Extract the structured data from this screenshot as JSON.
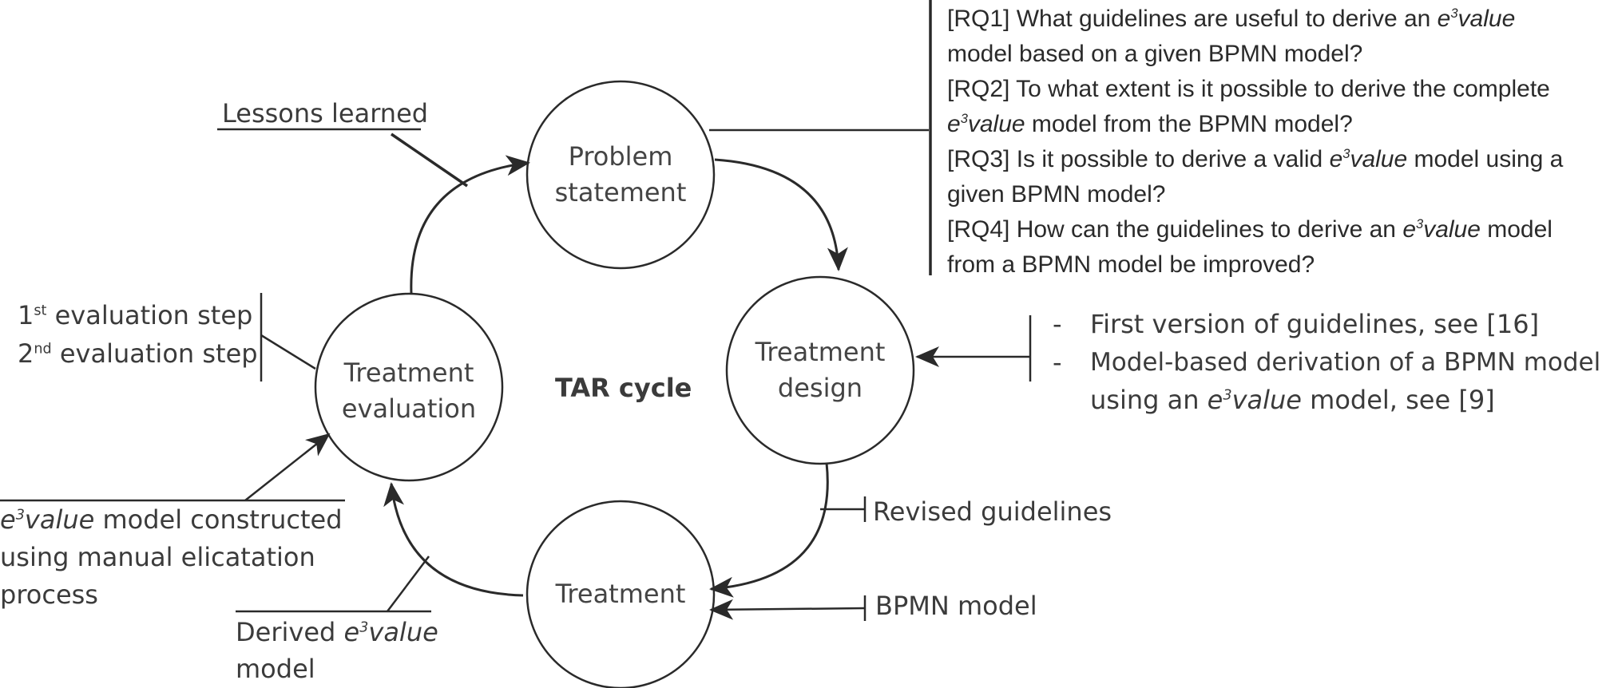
{
  "center_label": "TAR cycle",
  "nodes": {
    "problem": {
      "line1": "Problem",
      "line2": "statement"
    },
    "design": {
      "line1": "Treatment",
      "line2": "design"
    },
    "treatment": {
      "line1": "Treatment"
    },
    "evaluation": {
      "line1": "Treatment",
      "line2": "evaluation"
    }
  },
  "lessons_learned": "Lessons learned",
  "research_questions": [
    {
      "pre": "[RQ1] What guidelines are useful to derive an ",
      "e3": "e",
      "sup": "3",
      "val": "value",
      "post": ""
    },
    {
      "line": "model based on a given BPMN model?"
    },
    {
      "line": "[RQ2] To what extent is it possible to derive the complete"
    },
    {
      "pre": "",
      "e3": "e",
      "sup": "3",
      "val": "value",
      "post": " model from the BPMN model?"
    },
    {
      "pre": "[RQ3] Is it possible to derive a valid ",
      "e3": "e",
      "sup": "3",
      "val": "value",
      "post": " model using a"
    },
    {
      "line": "given BPMN model?"
    },
    {
      "pre": "[RQ4] How can the guidelines to derive an ",
      "e3": "e",
      "sup": "3",
      "val": "value",
      "post": " model"
    },
    {
      "line": "from a BPMN model be improved?"
    }
  ],
  "design_inputs": {
    "bullet": "-",
    "item1": "First version of guidelines, see [16]",
    "item2_line1": "Model-based derivation of a BPMN model",
    "item2_pre": "using an ",
    "item2_e": "e",
    "item2_sup": "3",
    "item2_val": "value",
    "item2_post": " model, see [9]"
  },
  "revised_guidelines": "Revised guidelines",
  "bpmn_model": "BPMN model",
  "evaluation_steps": {
    "step1_num": "1",
    "step1_sup": "st",
    "step1_text": " evaluation step",
    "step2_num": "2",
    "step2_sup": "nd",
    "step2_text": " evaluation step"
  },
  "manual_model": {
    "e": "e",
    "sup": "3",
    "val": "value",
    "line1_post": " model constructed",
    "line2": "using manual elicatation",
    "line3": "process"
  },
  "derived_model": {
    "pre": "Derived ",
    "e": "e",
    "sup": "3",
    "val": "value",
    "line2": "model"
  }
}
